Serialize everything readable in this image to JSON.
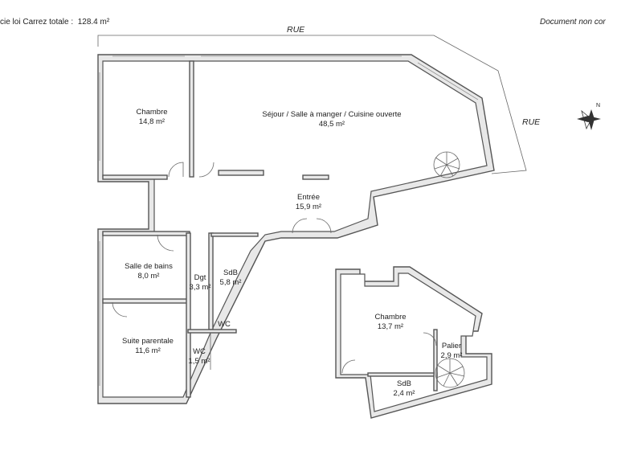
{
  "header": {
    "surface_label": "cie loi Carrez totale :",
    "surface_value": "128.4 m²",
    "disclaimer": "Document non cor"
  },
  "streets": {
    "top": "RUE",
    "right": "RUE"
  },
  "compass": {
    "north": "N"
  },
  "rooms": [
    {
      "name": "Chambre",
      "area": "14,8 m²"
    },
    {
      "name": "Séjour / Salle à manger / Cuisine ouverte",
      "area": "48,5  m²"
    },
    {
      "name": "Entrée",
      "area": "15,9 m²"
    },
    {
      "name": "Salle de bains",
      "area": "8,0 m²"
    },
    {
      "name": "Dgt",
      "area": "3,3 m²"
    },
    {
      "name": "SdB",
      "area": "5,8 m²"
    },
    {
      "name": "WC",
      "area": ""
    },
    {
      "name": "Suite parentale",
      "area": "11,6 m²"
    },
    {
      "name": "WC",
      "area": "1,5 m²"
    },
    {
      "name": "Chambre",
      "area": "13,7 m²"
    },
    {
      "name": "Palier",
      "area": "2,9 m²"
    },
    {
      "name": "SdB",
      "area": "2,4 m²"
    }
  ]
}
